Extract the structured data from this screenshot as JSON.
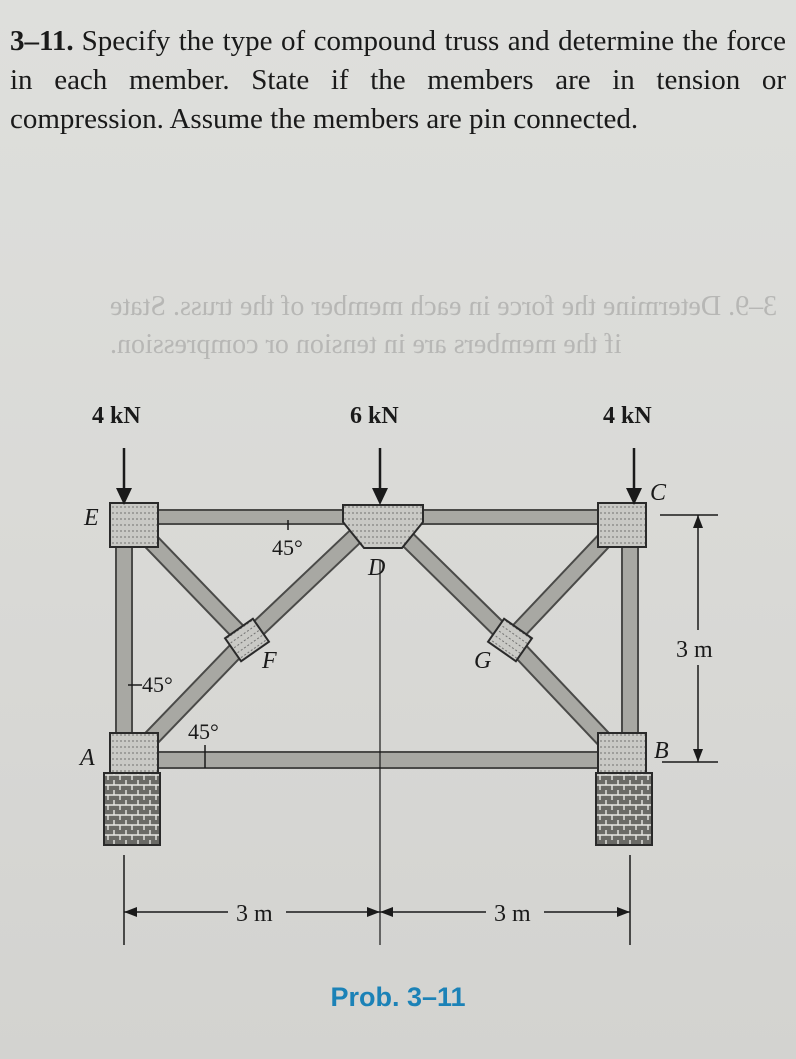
{
  "problem": {
    "number": "3–11.",
    "text": "Specify the type of compound truss and determine the force in each member. State if the members are in tension or compression. Assume the members are pin connected."
  },
  "bleed_text": "3–9. Determine the force in each member of the truss. State if the members are in tension or compression.",
  "figure": {
    "loads": [
      {
        "label": "4 kN",
        "joint": "E"
      },
      {
        "label": "6 kN",
        "joint": "D"
      },
      {
        "label": "4 kN",
        "joint": "C"
      }
    ],
    "joints": {
      "A": "A",
      "B": "B",
      "C": "C",
      "D": "D",
      "E": "E",
      "F": "F",
      "G": "G"
    },
    "angles": {
      "top": "45°",
      "left": "45°",
      "bottom": "45°"
    },
    "dimensions": {
      "height": "3 m",
      "span_left": "3 m",
      "span_right": "3 m"
    }
  },
  "caption": "Prob. 3–11",
  "colors": {
    "caption": "#1b82b7",
    "member": "#9a9a95",
    "support": "#555"
  }
}
